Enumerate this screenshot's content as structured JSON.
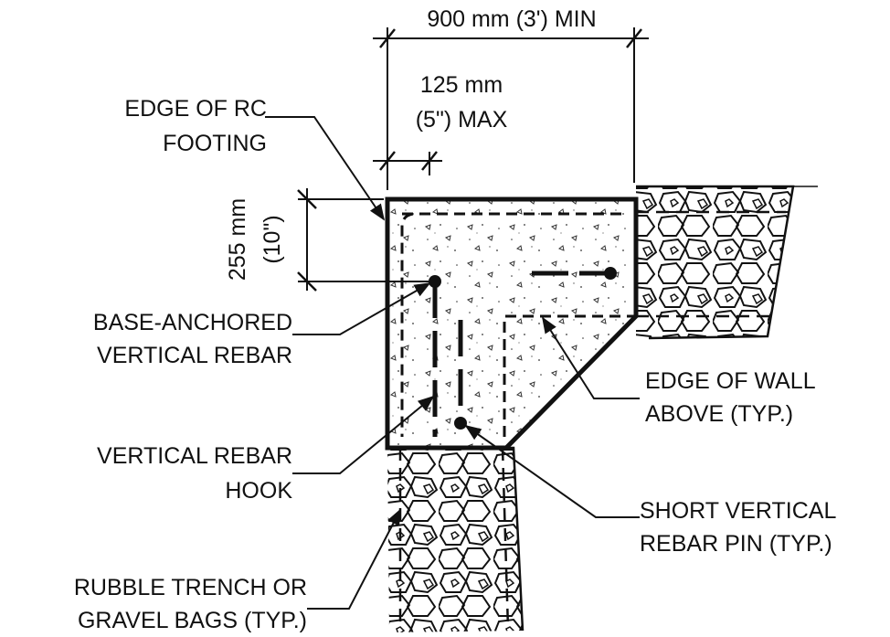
{
  "dimensions": {
    "overall_width": "900 mm (3') MIN",
    "edge_distance_line1": "125 mm",
    "edge_distance_line2": "(5\") MAX",
    "depth_line1": "255 mm",
    "depth_line2": "(10\")"
  },
  "callouts": {
    "edge_of_footing_line1": "EDGE OF RC",
    "edge_of_footing_line2": "FOOTING",
    "base_anchored_line1": "BASE-ANCHORED",
    "base_anchored_line2": "VERTICAL REBAR",
    "rebar_hook_line1": "VERTICAL REBAR",
    "rebar_hook_line2": "HOOK",
    "rubble_line1": "RUBBLE TRENCH OR",
    "rubble_line2": "GRAVEL BAGS (TYP.)",
    "wall_edge_line1": "EDGE OF WALL",
    "wall_edge_line2": "ABOVE (TYP.)",
    "rebar_pin_line1": "SHORT VERTICAL",
    "rebar_pin_line2": "REBAR PIN (TYP.)"
  }
}
